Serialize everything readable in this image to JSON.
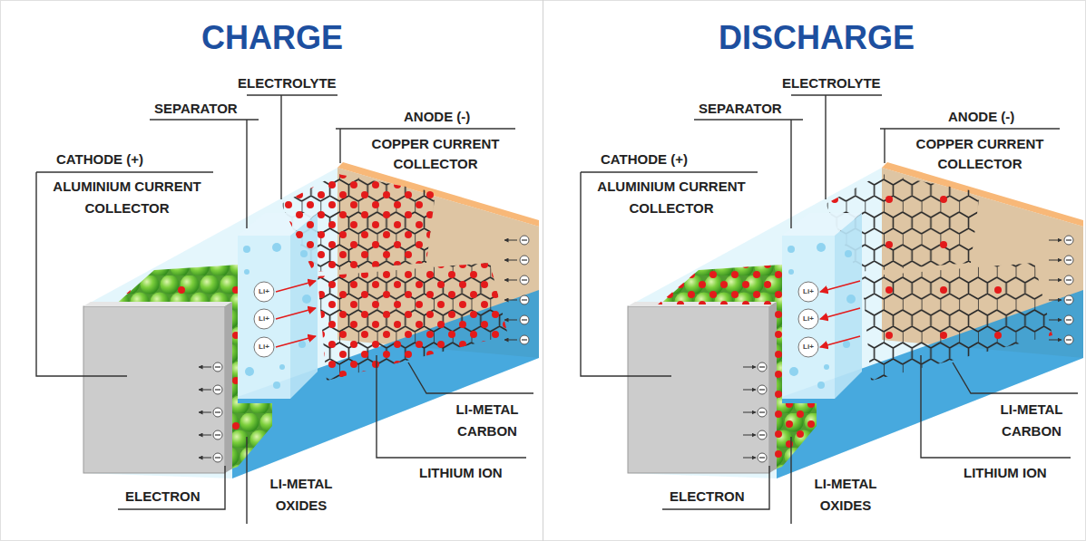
{
  "diagram": {
    "labels": [
      "CHARGE",
      "SEPARATOR",
      "ELECTROLYTE",
      "ANODE (-)",
      "COPPER CURRENT COLLECTOR",
      "CATHODE (+)",
      "ALUMINIUM CURRENT COLLECTOR",
      "Li+",
      "Li+",
      "Li+",
      "LI-METAL CARBON",
      "LITHIUM ION",
      "ELECTRON",
      "LI-METAL OXIDES",
      "DISCHARGE",
      "SEPARATOR",
      "ELECTROLYTE",
      "ANODE (-)",
      "COPPER CURRENT COLLECTOR",
      "CATHODE (+)",
      "ALUMINIUM CURRENT COLLECTOR",
      "Li+",
      "Li+",
      "Li+",
      "LI-METAL CARBON",
      "LITHIUM ION",
      "ELECTRON",
      "LI-METAL OXIDES"
    ]
  }
}
